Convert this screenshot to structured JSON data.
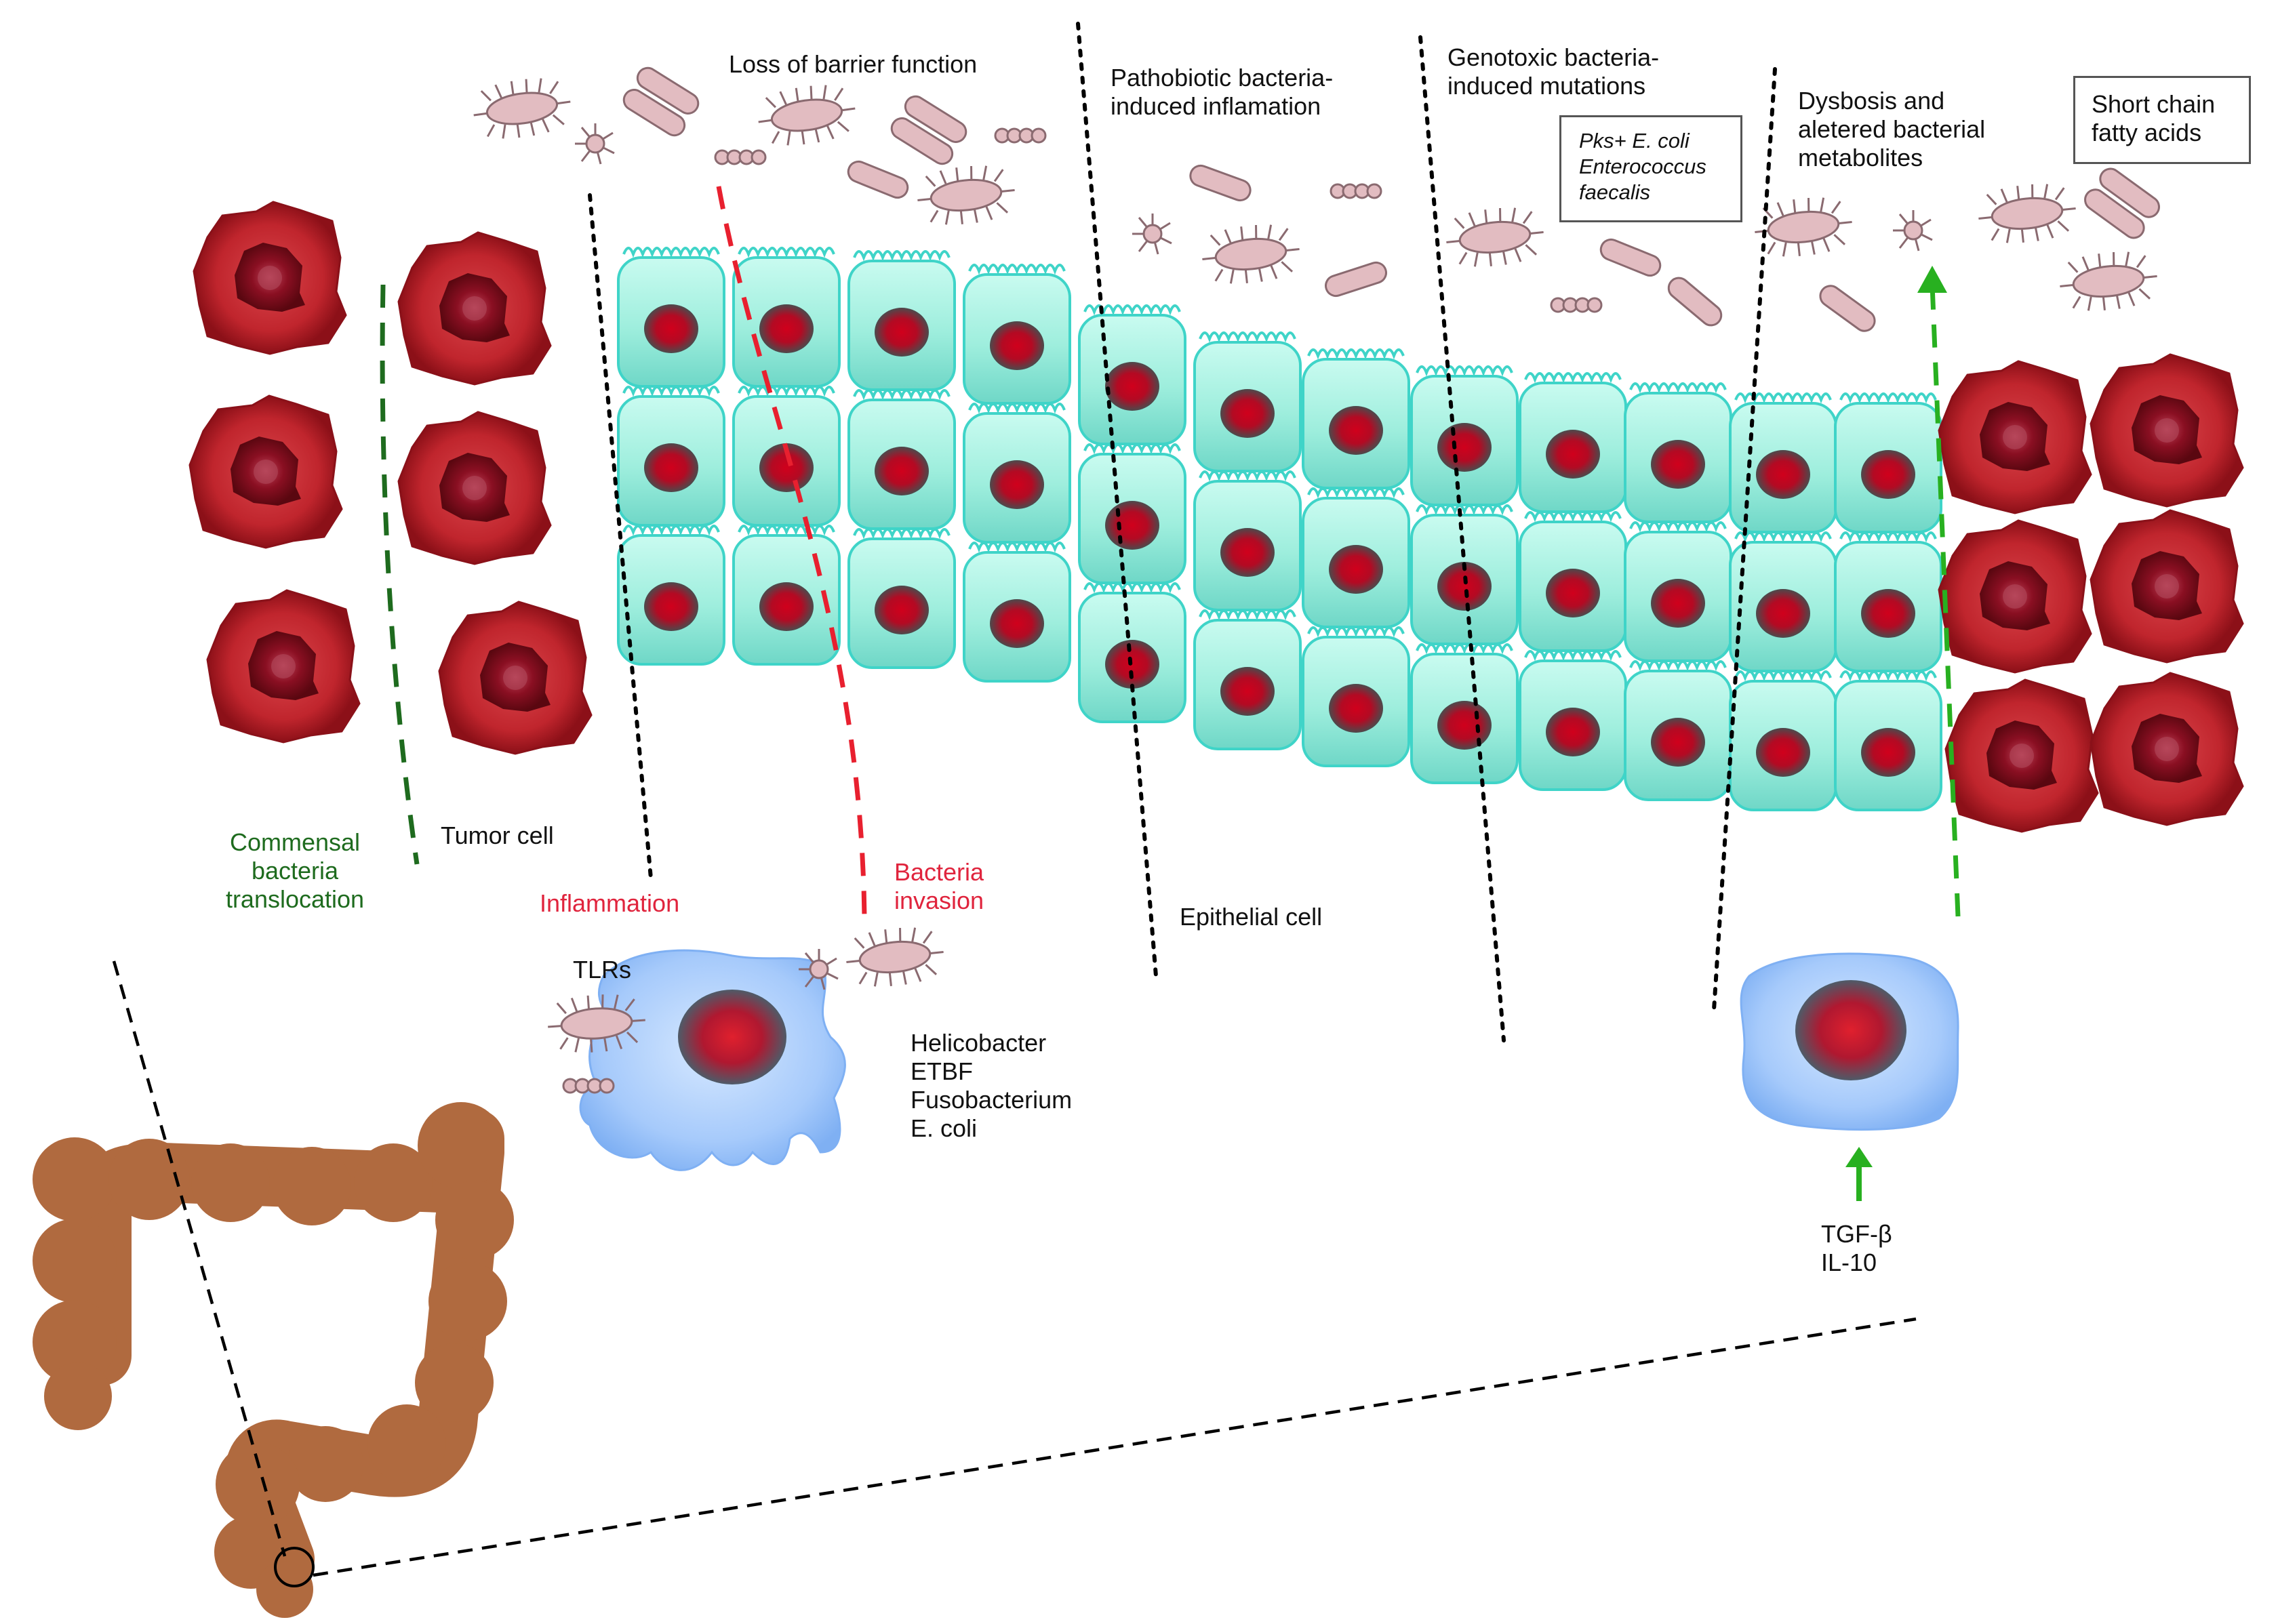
{
  "labels": {
    "loss_barrier": "Loss of barrier function",
    "pathobiotic": "Pathobiotic bacteria-\ninduced inflamation",
    "genotoxic": "Genotoxic bacteria-\ninduced mutations",
    "pks_box": "Pks+ E. coli\nEnterococcus\nfaecalis",
    "dysbosis": "Dysbosis and\naletered bacterial\nmetabolites",
    "scfa": "Short chain\nfatty acids",
    "commensal": "Commensal\nbacteria\ntranslocation",
    "tumor_cell": "Tumor cell",
    "inflammation": "Inflammation",
    "bacteria_invasion": "Bacteria\ninvasion",
    "epithelial_cell": "Epithelial cell",
    "tlrs": "TLRs",
    "pathogens": "Helicobacter\nETBF\nFusobacterium\nE. coli",
    "cytokines": "TGF-β\nIL-10"
  },
  "colors": {
    "epithelial_fill": "#9feedd",
    "epithelial_edge": "#3fd4c8",
    "tumor_fill": "#c2282f",
    "tumor_core": "#7a0d18",
    "nucleus": "#b0001b",
    "immune_fill": "#a9cdfb",
    "colon": "#b06a3f",
    "bacteria": "#e2bcc1",
    "green_line": "#1e6b1e",
    "red_line": "#e8202f",
    "bright_green": "#28b020"
  }
}
